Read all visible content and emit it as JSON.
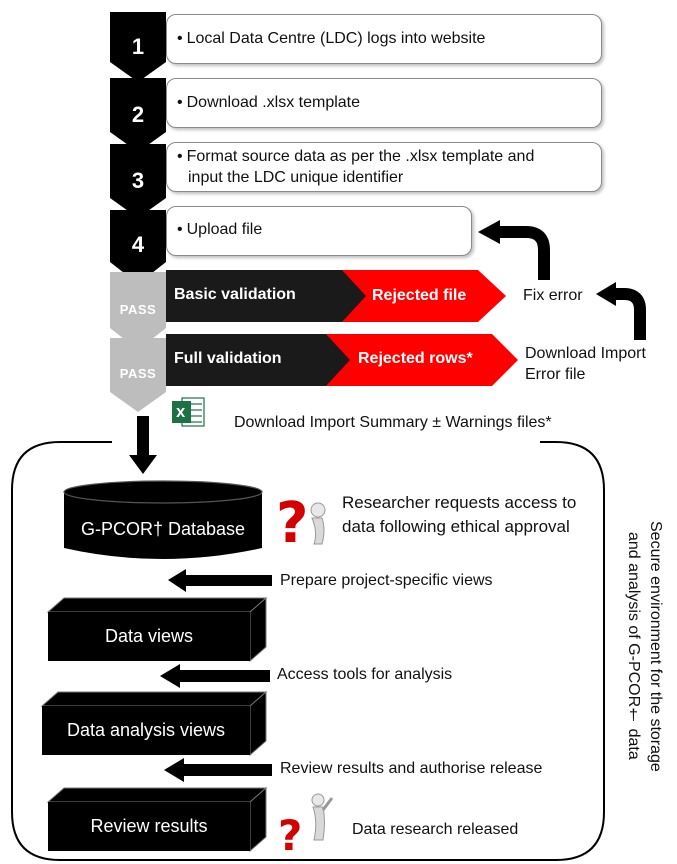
{
  "steps": [
    {
      "number": "1",
      "text": "Local Data Centre (LDC) logs into website"
    },
    {
      "number": "2",
      "text": "Download .xlsx template"
    },
    {
      "number": "3",
      "text_line1": "Format source data as per the .xlsx template and",
      "text_line2": "input the LDC unique identifier"
    },
    {
      "number": "4",
      "text": "Upload file"
    }
  ],
  "validation": {
    "pass_label": "PASS",
    "basic_label": "Basic validation",
    "basic_reject": "Rejected file",
    "full_label": "Full validation",
    "full_reject": "Rejected rows*",
    "fix_error": "Fix error",
    "download_import_line1": "Download Import",
    "download_import_line2": "Error file",
    "summary_text": "Download Import Summary ± Warnings files*"
  },
  "database": {
    "label": "G-PCOR† Database",
    "request_line1": "Researcher requests access to",
    "request_line2": "data following ethical approval"
  },
  "flow": [
    {
      "arrow_label": "Prepare project-specific views",
      "box_label": "Data views"
    },
    {
      "arrow_label": "Access tools for analysis",
      "box_label": "Data analysis views"
    },
    {
      "arrow_label": "Review results and authorise release",
      "box_label": "Review results"
    }
  ],
  "released_text": "Data research released",
  "side_caption_line1": "Secure environment  for the storage",
  "side_caption_line2": "and analysis of G-PCOR† data",
  "colors": {
    "black": "#000000",
    "red": "#ff0000",
    "gray": "#bdbdbd",
    "dark_bar": "#1a1a1a",
    "excel_green": "#1e7145",
    "question_red": "#d40000"
  }
}
